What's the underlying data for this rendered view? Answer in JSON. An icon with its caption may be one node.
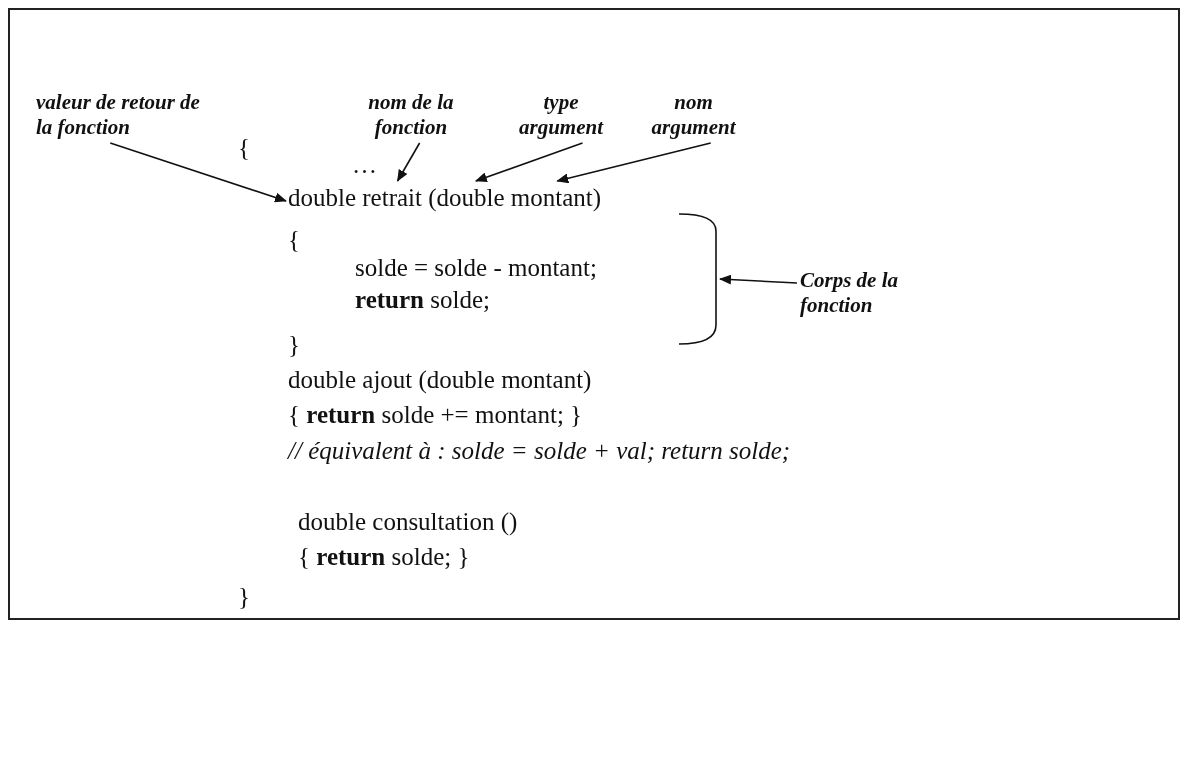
{
  "diagram": {
    "nodes": [
      {
        "text": [
          "valeur de retour de la fonction"
        ]
      },
      {
        "text": [
          "nom de la fonction"
        ]
      },
      {
        "text": [
          "type argument"
        ]
      },
      {
        "text": [
          "nom argument"
        ]
      },
      {
        "text": [
          "Corps de la fonction"
        ]
      },
      {
        "text": [
          "double retrait (double montant)"
        ]
      },
      {
        "text": [],
        "shape": "bracket"
      }
    ],
    "edges": [
      {
        "from": 0,
        "to": 5,
        "arrow": "to"
      },
      {
        "from": 1,
        "to": 5,
        "arrow": "to"
      },
      {
        "from": 2,
        "to": 5,
        "arrow": "to"
      },
      {
        "from": 3,
        "to": 5,
        "arrow": "to"
      },
      {
        "from": 4,
        "to": 6,
        "arrow": "to"
      }
    ],
    "labels": [
      "{",
      "…",
      "{",
      "solde = solde - montant;",
      "**return** solde;",
      "}",
      "double ajout (double montant)",
      "{ **return** solde += montant; }",
      "// équivalent à : solde = solde + val; return solde;",
      "double consultation ()",
      "{ **return** solde; }",
      "}"
    ]
  }
}
